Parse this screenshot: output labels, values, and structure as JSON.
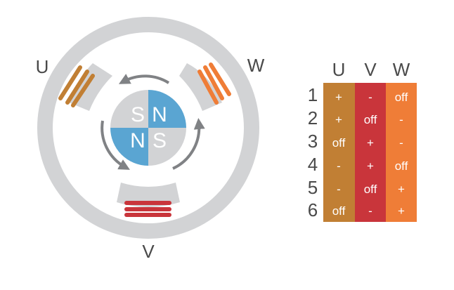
{
  "motor": {
    "phase_labels": {
      "u": "U",
      "v": "V",
      "w": "W"
    },
    "rotor_letters": {
      "top_left": "S",
      "top_right": "N",
      "bottom_left": "N",
      "bottom_right": "S"
    }
  },
  "table": {
    "columns": [
      "U",
      "V",
      "W"
    ],
    "rows": [
      {
        "step": "1",
        "u": "+",
        "v": "-",
        "w": "off"
      },
      {
        "step": "2",
        "u": "+",
        "v": "off",
        "w": "-"
      },
      {
        "step": "3",
        "u": "off",
        "v": "+",
        "w": "-"
      },
      {
        "step": "4",
        "u": "-",
        "v": "+",
        "w": "off"
      },
      {
        "step": "5",
        "u": "-",
        "v": "off",
        "w": "+"
      },
      {
        "step": "6",
        "u": "off",
        "v": "-",
        "w": "+"
      }
    ]
  },
  "colors": {
    "stator": "#d2d3d5",
    "rotor_blue": "#5aa5d2",
    "rotor_gray": "#d2d3d5",
    "arrow": "#808285",
    "phase_u": "#c17f34",
    "phase_v": "#c9353b",
    "phase_w": "#ef7d37",
    "text": "#4a4a4a"
  }
}
